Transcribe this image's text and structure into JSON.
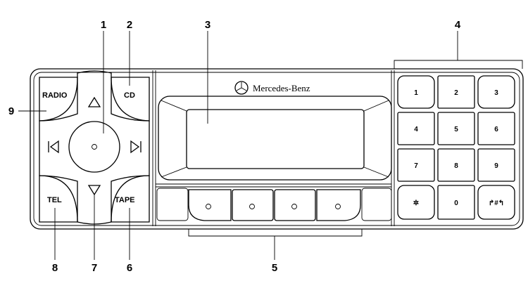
{
  "diagram": {
    "brand": "Mercedes-Benz",
    "buttons": {
      "radio": "RADIO",
      "cd": "CD",
      "tel": "TEL",
      "tape": "TAPE"
    },
    "keypad": [
      "1",
      "2",
      "3",
      "4",
      "5",
      "6",
      "7",
      "8",
      "9",
      "✲",
      "0",
      "↱#↰"
    ],
    "callouts": [
      "1",
      "2",
      "3",
      "4",
      "5",
      "6",
      "7",
      "8",
      "9"
    ]
  }
}
